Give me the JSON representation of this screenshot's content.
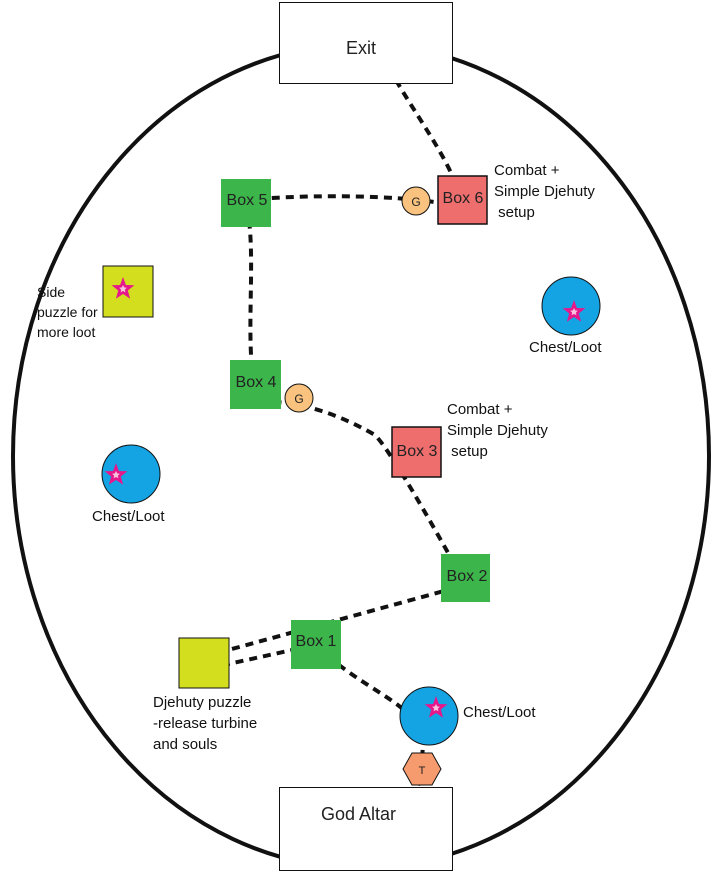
{
  "colors": {
    "green_box": "#3cb54a",
    "red_box": "#ee6e6e",
    "yellow_box": "#d3df1e",
    "chest_circle": "#14a4e4",
    "star": "#e6178b",
    "guard_circle": "#f9c37f",
    "turbine_hex": "#f59b6e",
    "path": "#111111"
  },
  "rooms": {
    "exit": "Exit",
    "god_altar": "God Altar"
  },
  "boxes": {
    "box1": "Box 1",
    "box2": "Box 2",
    "box3": "Box 3",
    "box4": "Box 4",
    "box5": "Box 5",
    "box6": "Box 6"
  },
  "markers": {
    "guard": "G",
    "turbine": "T"
  },
  "labels": {
    "combat_box6": [
      "Combat +",
      "Simple Djehuty",
      " setup"
    ],
    "combat_box3": [
      "Combat +",
      "Simple Djehuty",
      " setup"
    ],
    "side_puzzle": [
      "Side",
      "puzzle for",
      "more loot"
    ],
    "chest_right": "Chest/Loot",
    "chest_left": "Chest/Loot",
    "chest_bottom": "Chest/Loot",
    "djehuty_puzzle": [
      "Djehuty puzzle",
      "-release turbine",
      "and souls"
    ]
  }
}
